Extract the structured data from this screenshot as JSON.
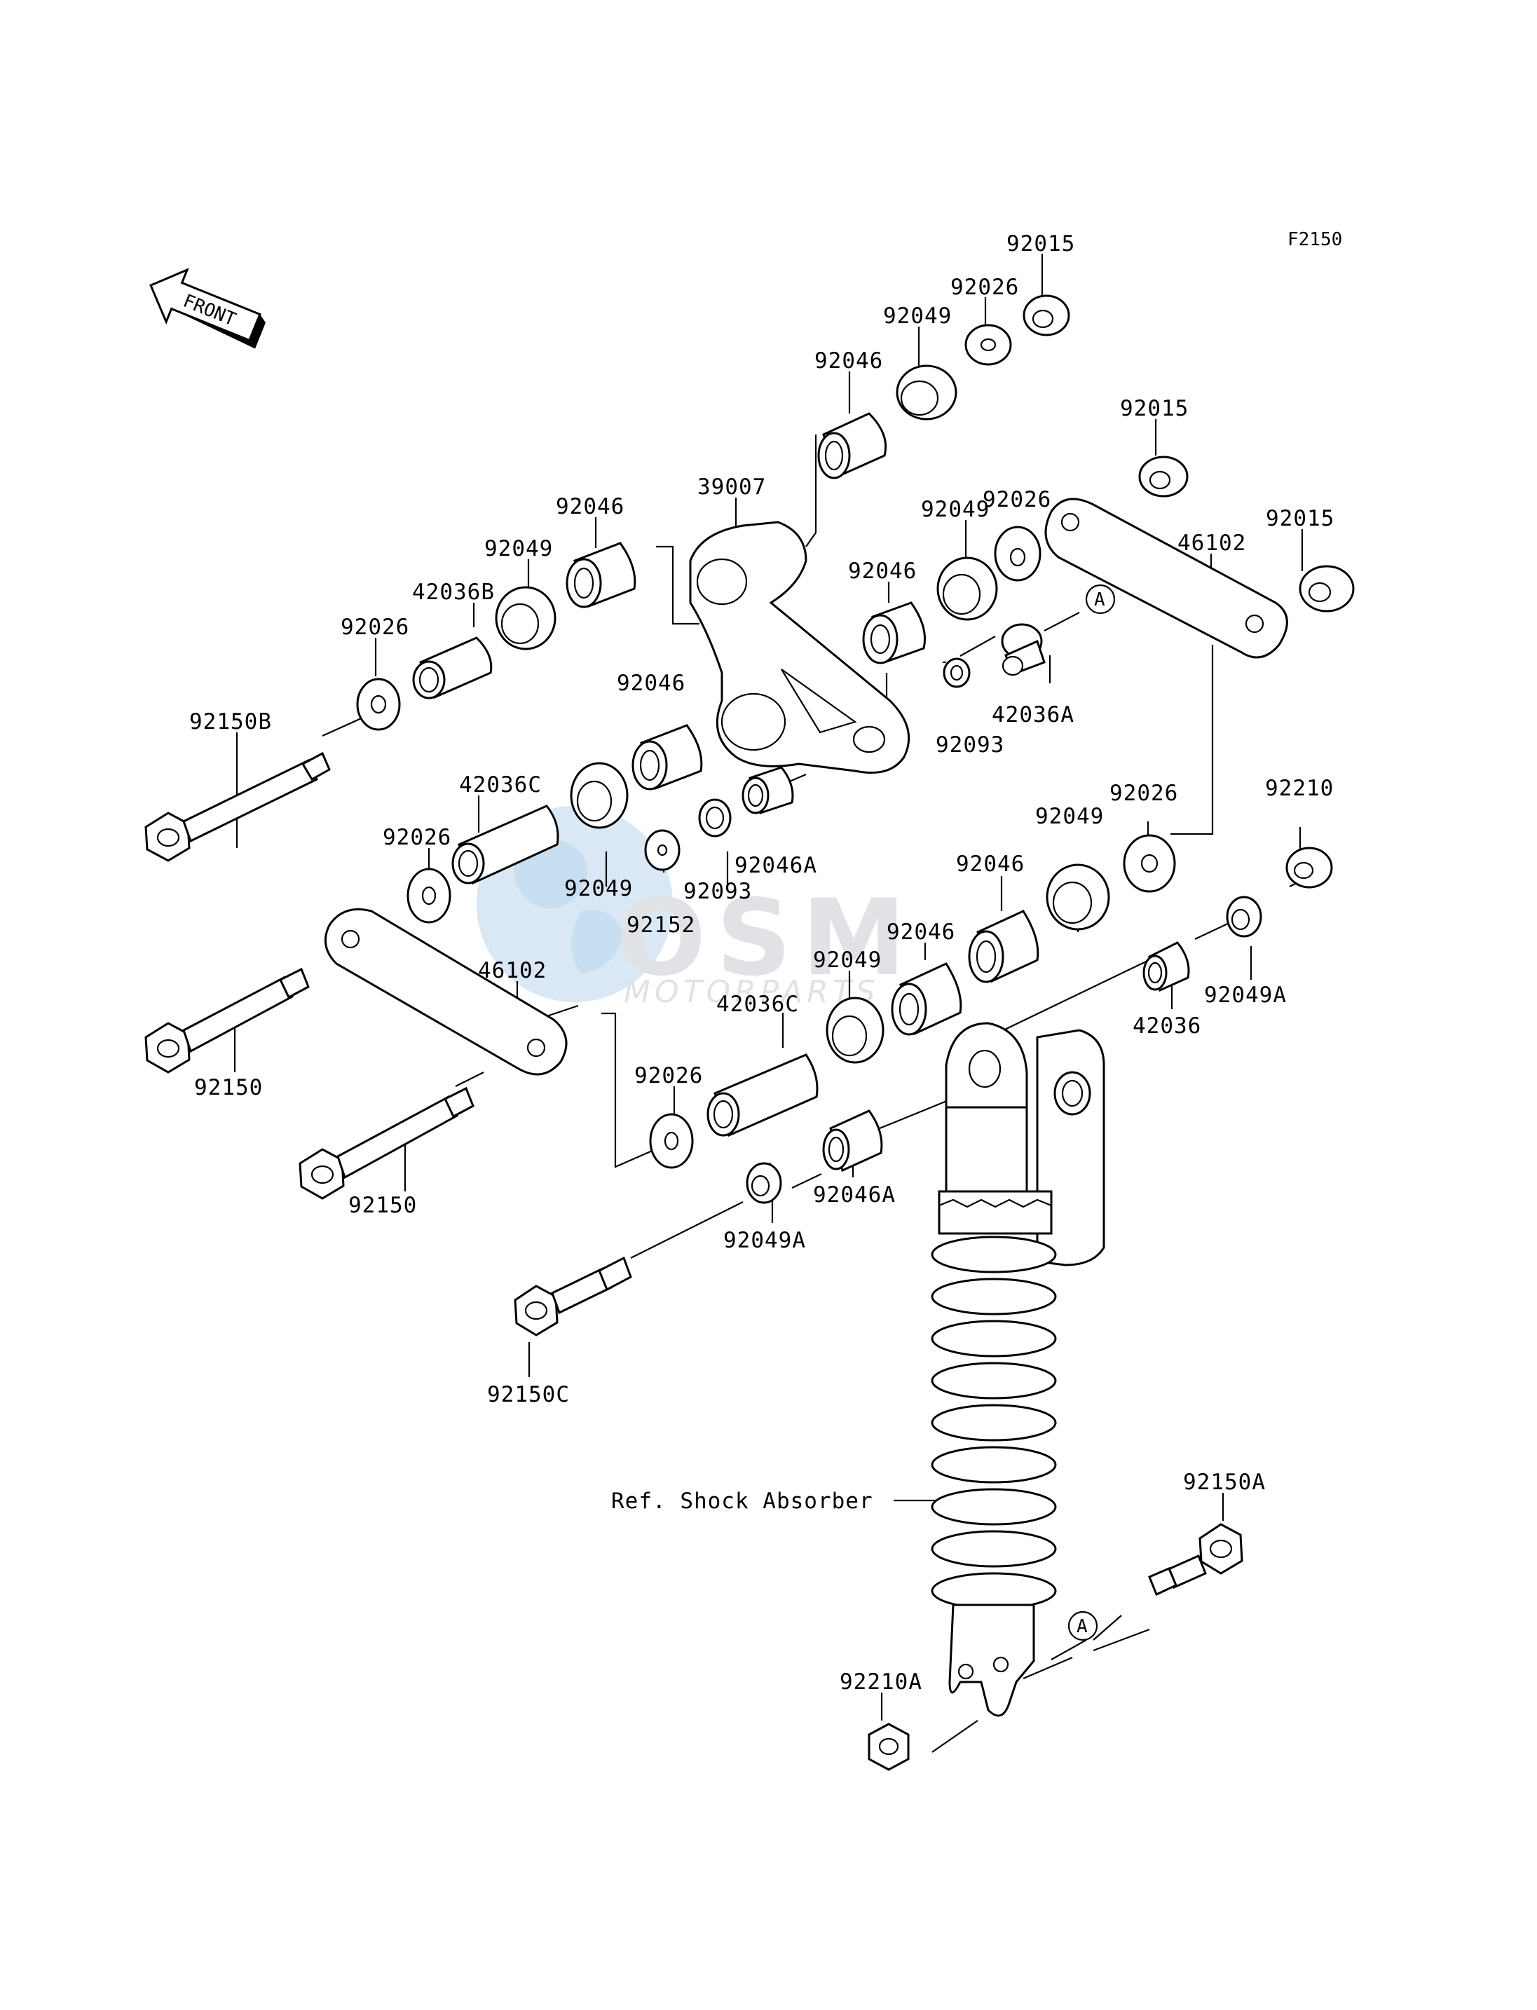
{
  "diagram_code": "F2150",
  "front_arrow_label": "FRONT",
  "reference_label": "Ref. Shock Absorber",
  "callout_marker": "A",
  "watermark": {
    "brand": "OSM",
    "sub": "MOTORPARTS"
  },
  "part_labels": {
    "p92015_top": "92015",
    "p92026_top": "92026",
    "p92049_top": "92049",
    "p92046_top": "92046",
    "p92015_mid": "92015",
    "p92015_right": "92015",
    "p92026_mid": "92026",
    "p46102_right": "46102",
    "p39007": "39007",
    "p92046_a": "92046",
    "p92049_a": "92049",
    "p42036B": "42036B",
    "p92049_mid": "92049",
    "p92046_mid": "92046",
    "p92026_left": "92026",
    "p42036A": "42036A",
    "p92093_right": "92093",
    "p92150B": "92150B",
    "p92046_c": "92046",
    "p42036C_top": "42036C",
    "p92026_b": "92026",
    "p92210": "92210",
    "p92049_c": "92049",
    "p92026_c": "92026",
    "p92046A_top": "92046A",
    "p92093_mid": "92093",
    "p92049_d": "92049",
    "p92152": "92152",
    "p46102_left": "46102",
    "p92046_d": "92046",
    "p92046_e": "92046",
    "p92049_e": "92049",
    "p92049A_right": "92049A",
    "p42036C_bot": "42036C",
    "p42036": "42036",
    "p92150_a": "92150",
    "p92026_d": "92026",
    "p92150_b": "92150",
    "p92046A_bot": "92046A",
    "p92049A_bot": "92049A",
    "p92150C": "92150C",
    "p92150A": "92150A",
    "p92210A": "92210A"
  }
}
